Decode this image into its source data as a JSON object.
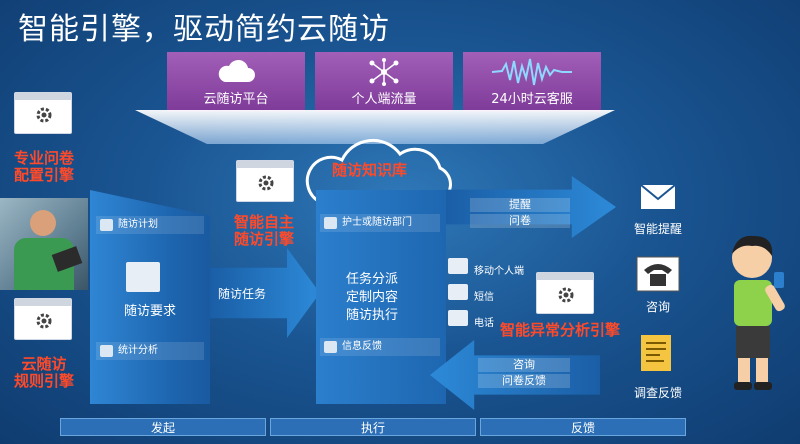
{
  "title": "智能引擎，驱动简约云随访",
  "top_tiles": [
    {
      "label": "云随访平台",
      "icon": "cloud-icon"
    },
    {
      "label": "个人端流量",
      "icon": "network-nodes-icon"
    },
    {
      "label": "24小时云客服",
      "icon": "sound-wave-icon"
    }
  ],
  "cloud_label": "随访知识库",
  "engines": {
    "questionnaire": "专业问卷\n配置引擎",
    "cloud_rules": "云随访\n规则引擎",
    "autonomous": "智能自主\n随访引擎",
    "anomaly": "智能异常分析引擎"
  },
  "initiate_panel": {
    "plan": "随访计划",
    "requirement": "随访要求",
    "stats": "统计分析"
  },
  "task_arrow_label": "随访任务",
  "execute_panel": {
    "dept": "护士或随访部门",
    "lines": [
      "任务分派",
      "定制内容",
      "随访执行"
    ],
    "feedback": "信息反馈"
  },
  "out_arrow": {
    "items": [
      "提醒",
      "问卷"
    ]
  },
  "in_arrow": {
    "items": [
      "咨询",
      "问卷反馈"
    ]
  },
  "channels": [
    "移动个人端",
    "短信",
    "电话"
  ],
  "right_items": [
    {
      "label": "智能提醒",
      "icon": "envelope-icon"
    },
    {
      "label": "咨询",
      "icon": "telephone-icon"
    },
    {
      "label": "调查反馈",
      "icon": "survey-form-icon"
    }
  ],
  "bottom_bar": [
    "发起",
    "执行",
    "反馈"
  ],
  "colors": {
    "purple": "#8a45a5",
    "red": "#ff4a2a",
    "blue": "#1d64ae"
  }
}
